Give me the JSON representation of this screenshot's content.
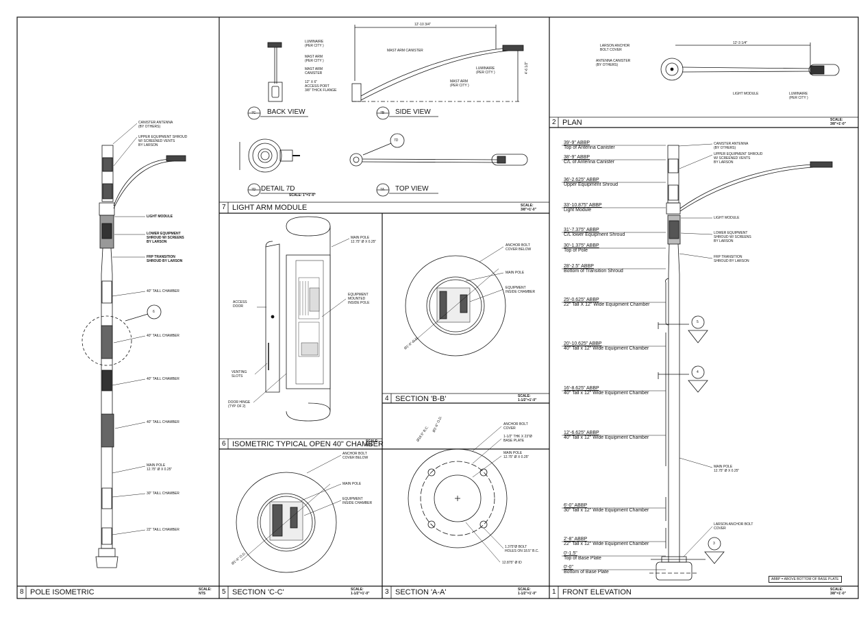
{
  "panels": {
    "p8": {
      "num": "8",
      "title": "POLE ISOMETRIC",
      "scale": "SCALE:\nNTS",
      "labels": {
        "canister": "CANISTER ANTENNA\n(BY OTHERS)",
        "upper": "UPPER EQUIPMENT SHROUD\nW/ SCREENED VENTS\nBY LARSON",
        "light": "LIGHT MODULE",
        "lower": "LOWER EQUIPMENT\nSHROUD W/ SCREENS\nBY LARSON",
        "frp": "FRP TRANSITION\nSHROUD BY LARSON",
        "c40a": "40\" TAILL CHAMBER",
        "c40b": "40\" TAILL CHAMBER",
        "c40c": "40\" TAILL CHAMBER",
        "c40d": "40\" TAILL CHAMBER",
        "mainpole": "MAIN POLE\n12.75\" Ø X 0.25\"",
        "c30": "30\" TAILL CHAMBER",
        "c22": "22\" TAILL CHAMBER",
        "callout": "6"
      }
    },
    "p7": {
      "num": "7",
      "title": "LIGHT ARM MODULE",
      "scale": "SCALE:\n3/8\"=1'-0\"",
      "back": {
        "tag": "7C",
        "title": "BACK VIEW",
        "luminaire": "LUMINAIRE\n(PER CITY )",
        "mastarm": "MAST ARM\n(PER CITY )",
        "canister": "MAST ARM\nCANISTER",
        "port": "12\" X 6\"\nACCESS PORT\n3/8\" THICK FLANGE"
      },
      "side": {
        "tag": "7B",
        "title": "SIDE VIEW",
        "dim": "12'-10 3/4\"",
        "vdim": "4'-6 1/2\"",
        "canister": "MAST ARM CANISTER",
        "luminaire": "LUMINAIRE\n(PER CITY )",
        "mastarm": "MAST ARM\n(PER CITY )"
      },
      "detail": {
        "tag": "7D",
        "title": "DETAIL 7D",
        "scale": "SCALE: 1\"=1'-0\""
      },
      "top": {
        "tag": "7A",
        "title": "TOP VIEW",
        "callout": "7D"
      }
    },
    "p2": {
      "num": "2",
      "title": "PLAN",
      "scale": "SCALE:\n3/8\"=1'-0\"",
      "labels": {
        "larson": "LARSON ANCHOR\nBOLT COVER",
        "antenna": "ANTENNA CANISTER\n(BY OTHERS)",
        "dim": "12'-3 1/4\"",
        "light": "LIGHT MODULE",
        "luminaire": "LUMINAIRE\n(PER CITY )"
      }
    },
    "p6": {
      "num": "6",
      "title": "ISOMETRIC TYPICAL OPEN 40\" CHAMBER",
      "scale": "SCALE:\nNTS",
      "labels": {
        "mainpole": "MAIN POLE\n12.75\" Ø X 0.25\"",
        "access": "ACCESS\nDOOR",
        "equip": "EQUIPMENT\nMOUNTED\nINSIDE POLE",
        "vent": "VENTING\nSLOTS",
        "hinge": "DOOR HINGE\n(TYP OF 2)"
      }
    },
    "p4": {
      "num": "4",
      "title": "SECTION 'B-B'",
      "scale": "SCALE:\n1-1/2\"=1'-0\"",
      "labels": {
        "anchor": "ANCHOR BOLT\nCOVER BELOW",
        "mainpole": "MAIN POLE",
        "equip": "EQUIPMENT\nINSIDE CHAMBER",
        "dia": "Ø1'-6\" O.D."
      }
    },
    "p5": {
      "num": "5",
      "title": "SECTION 'C-C'",
      "scale": "SCALE:\n1-1/2\"=1'-0\"",
      "labels": {
        "anchor": "ANCHOR BOLT\nCOVER BELOW",
        "mainpole": "MAIN POLE",
        "equip": "EQUIPMENT\nINSIDE CHAMBER",
        "dia": "Ø1'-6\" O.D."
      }
    },
    "p3": {
      "num": "3",
      "title": "SECTION 'A-A'",
      "scale": "SCALE:\n1-1/2\"=1'-0\"",
      "labels": {
        "anchor": "ANCHOR BOLT\nCOVER",
        "plate": "1-1/2\" THK X 23\"Ø\nBASE PLATE",
        "mainpole": "MAIN POLE\n12.75\" Ø X 0.25\"",
        "holes": "1.375\"Ø BOLT\nHOLES ON 18.5\" B.C.",
        "dia": "12.875\" Ø ID",
        "bc": "Ø18.5\" B.C.",
        "od": "Ø1'-6\" O.D."
      }
    },
    "p1": {
      "num": "1",
      "title": "FRONT ELEVATION",
      "scale": "SCALE:\n3/8\"=1'-0\"",
      "note": "ABBP = ABOVE BOTTOM OF BASE PLATE",
      "elevations": [
        {
          "v": "39'-9\" ABBP",
          "d": "Top of Antenna Canister"
        },
        {
          "v": "38'-9\" ABBP",
          "d": "C/L of Antenna Canister"
        },
        {
          "v": "36'-2.625\" ABBP",
          "d": "Upper Equipment Shroud"
        },
        {
          "v": "33'-10.875\" ABBP",
          "d": "Light Module"
        },
        {
          "v": "31'-7.375\" ABBP",
          "d": "C/L lower Equipment Shroud"
        },
        {
          "v": "30'-1.375\" ABBP",
          "d": "Top of Pole"
        },
        {
          "v": "28'-2.5\" ABBP",
          "d": "Bottom of Transition Shroud"
        },
        {
          "v": "25'-0.625\" ABBP",
          "d": "22\" Tall X 12\" Wide Equipment Chamber"
        },
        {
          "v": "20'-10.625\" ABBP",
          "d": "40\" Tall x 12\" Wide Equipment Chamber"
        },
        {
          "v": "16'-8.625\" ABBP",
          "d": "40\" Tall x 12\" Wide Equipment Chamber"
        },
        {
          "v": "12'-6.625\" ABBP",
          "d": "40\" Tall x 12\" Wide Equipment Chamber"
        },
        {
          "v": "6'-0\" ABBP",
          "d": "30\" Tall x 12\" Wide Equipment Chamber"
        },
        {
          "v": "2'-8\" ABBP",
          "d": "22\" Tall x 12\" Wide Equipment Chamber"
        },
        {
          "v": "0'-1.5\"",
          "d": "Top of Base Plate"
        },
        {
          "v": "0'-0\"",
          "d": "Bottom of Base Plate"
        }
      ],
      "labels": {
        "canister": "CANISTER ANTENNA\n(BY OTHERS)",
        "upper": "UPPER EQUIPMENT SHROUD\nW/ SCREENED VENTS\nBY LARSON",
        "light": "LIGHT MODULE",
        "lower": "LOWER EQUIPMENT\nSHROUD W/ SCREENS\nBY LARSON",
        "frp": "FRP TRANSITION\nSHROUD BY LARSON",
        "mainpole": "MAIN POLE\n12.75\" Ø X 0.25\"",
        "larson": "LARSON ANCHOR BOLT\nCOVER",
        "s5": "5",
        "s4": "4",
        "s3": "3"
      }
    }
  }
}
